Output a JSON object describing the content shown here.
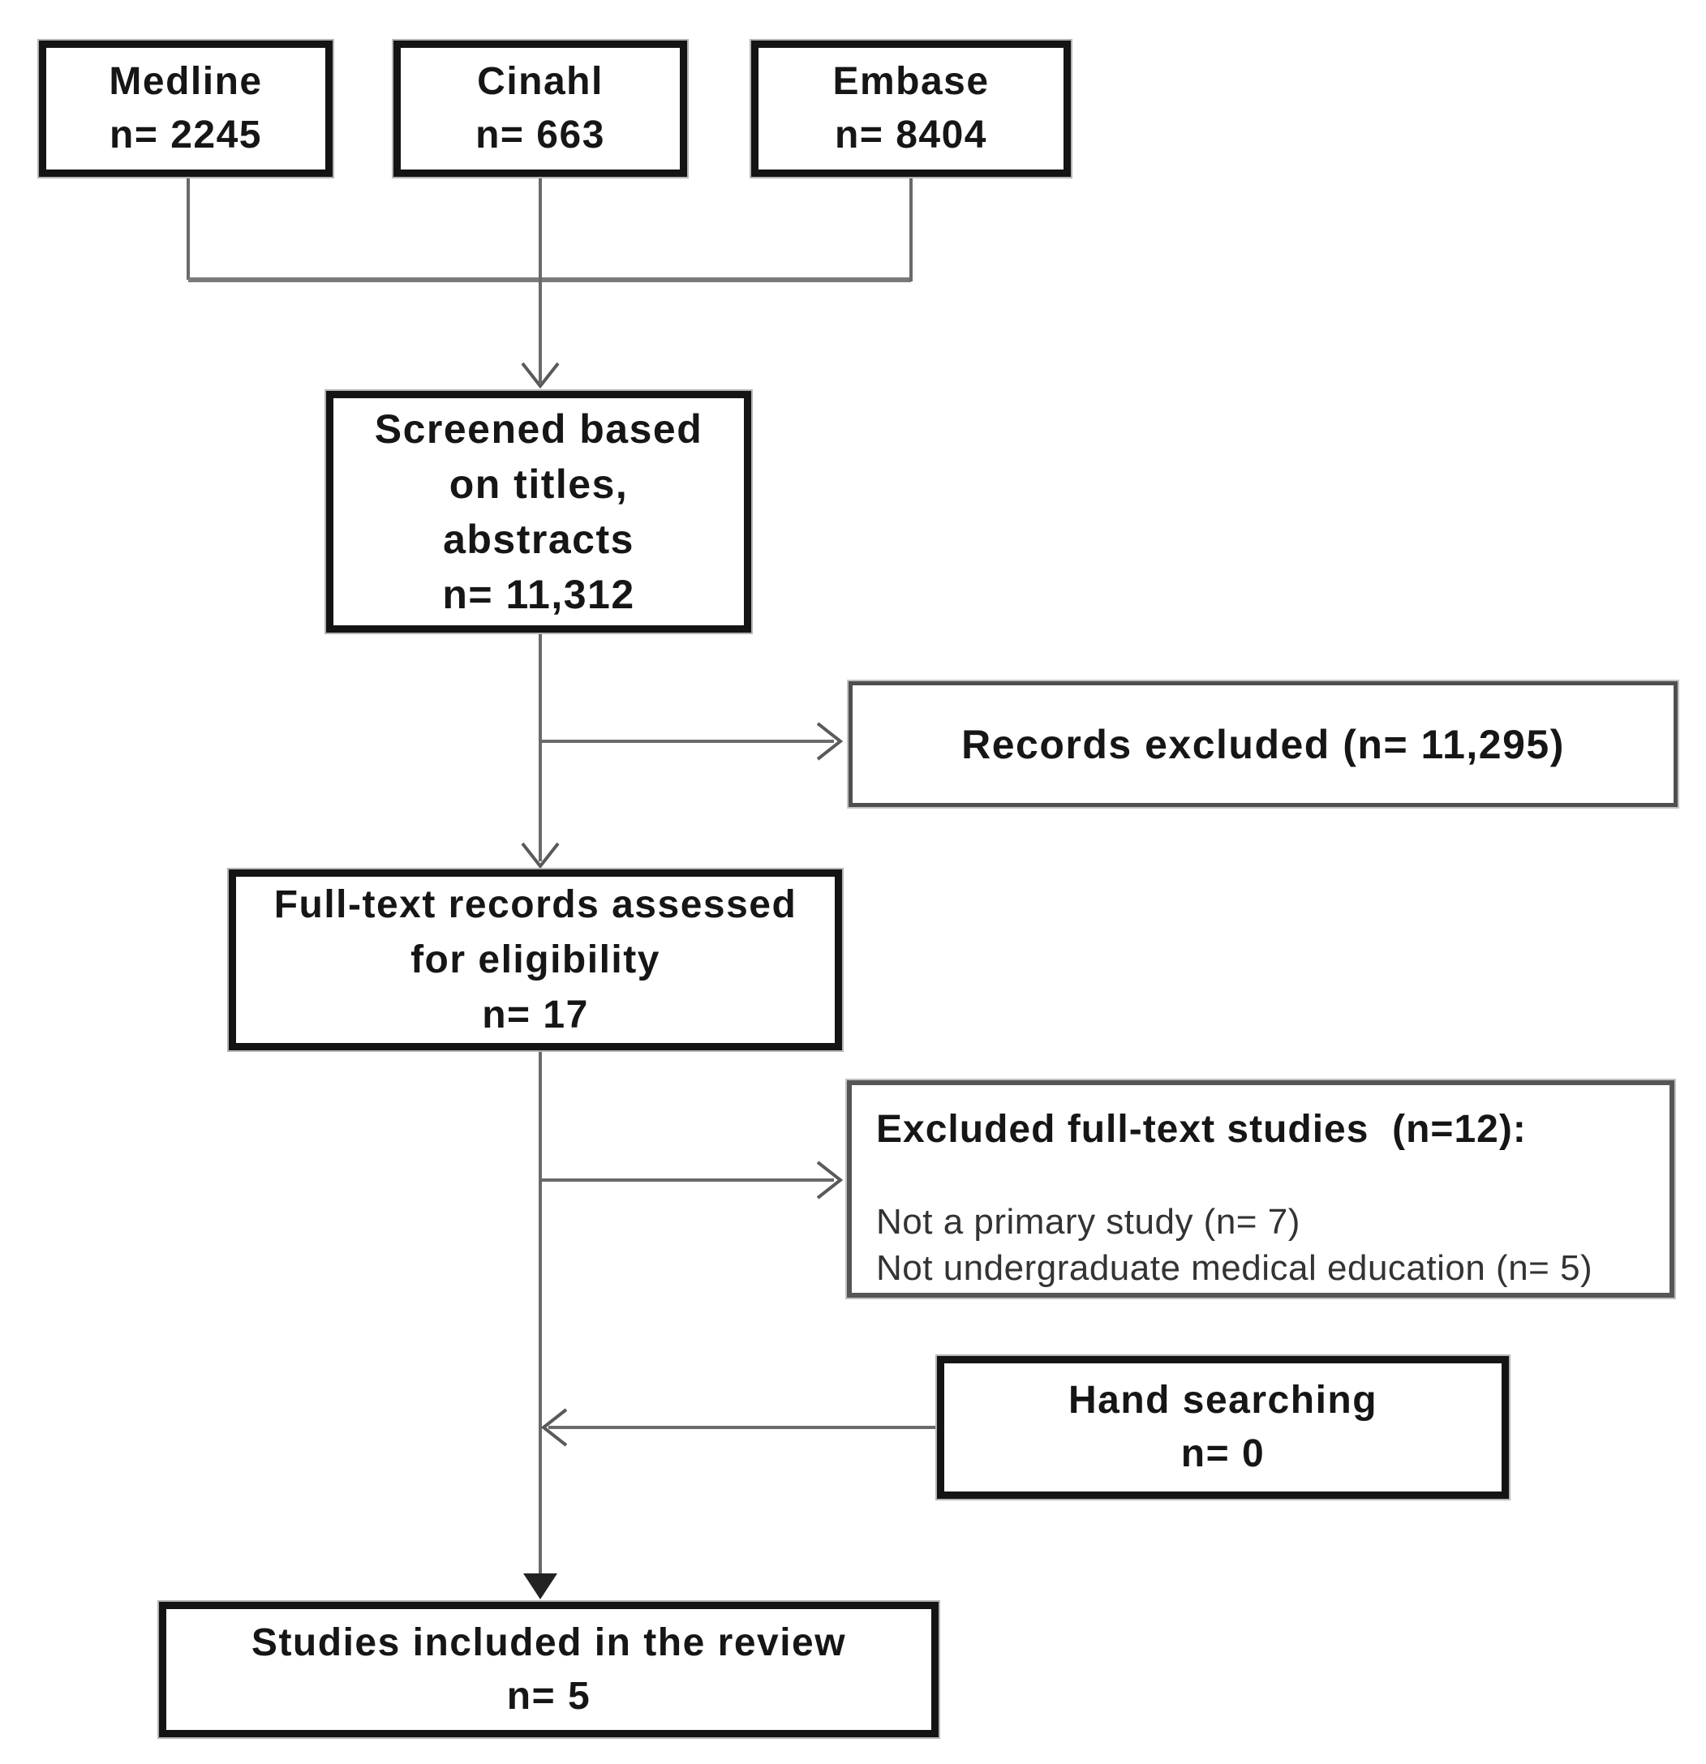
{
  "colors": {
    "background": "#ffffff",
    "box_border": "#141414",
    "muted_border": "#565656",
    "line": "#6a6a6a",
    "text": "#161616"
  },
  "sources": [
    {
      "name": "Medline",
      "count": "n= 2245"
    },
    {
      "name": "Cinahl",
      "count": "n= 663"
    },
    {
      "name": "Embase",
      "count": "n= 8404"
    }
  ],
  "screened": {
    "lines": [
      "Screened based",
      "on titles,",
      "abstracts",
      "n= 11,312"
    ]
  },
  "records_excluded": {
    "label": "Records excluded (n= 11,295)"
  },
  "fulltext": {
    "lines": [
      "Full-text records assessed",
      "for eligibility",
      "n= 17"
    ]
  },
  "excluded_fulltext": {
    "title": "Excluded full-text studies  (n=12):",
    "reasons": [
      "Not a primary study (n= 7)",
      "Not undergraduate medical education (n= 5)"
    ]
  },
  "hand_searching": {
    "lines": [
      "Hand searching",
      "n= 0"
    ]
  },
  "included": {
    "lines": [
      "Studies included in the review",
      "n= 5"
    ]
  }
}
